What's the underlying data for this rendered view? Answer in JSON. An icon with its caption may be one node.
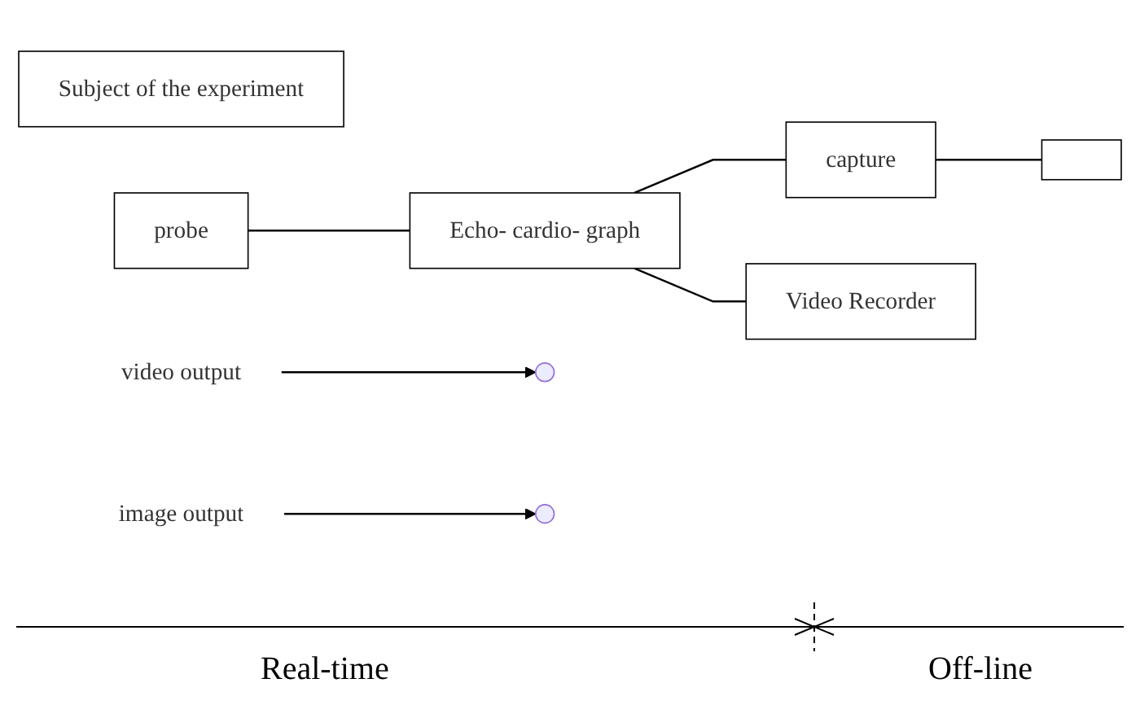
{
  "diagram": {
    "nodes": [
      {
        "text": [
          "Subject of the experiment"
        ]
      },
      {
        "text": [
          "probe"
        ]
      },
      {
        "text": [
          "Echo- cardio- graph"
        ]
      },
      {
        "text": [
          "capture"
        ]
      },
      {
        "text": [
          "Video Recorder"
        ]
      },
      {
        "text": [],
        "shape": "box"
      },
      {
        "text": [
          "video output"
        ]
      },
      {
        "text": [
          "image output"
        ]
      }
    ],
    "edges": [
      {
        "from": 1,
        "to": 2,
        "arrow": "none"
      },
      {
        "from": 2,
        "to": 3,
        "arrow": "none"
      },
      {
        "from": 2,
        "to": 4,
        "arrow": "none"
      },
      {
        "from": 3,
        "to": 5,
        "arrow": "none"
      },
      {
        "from": 6,
        "to": null,
        "arrow": "to"
      },
      {
        "from": 7,
        "to": null,
        "arrow": "to"
      }
    ],
    "labels": [
      "Real-time",
      "Off-line"
    ]
  }
}
